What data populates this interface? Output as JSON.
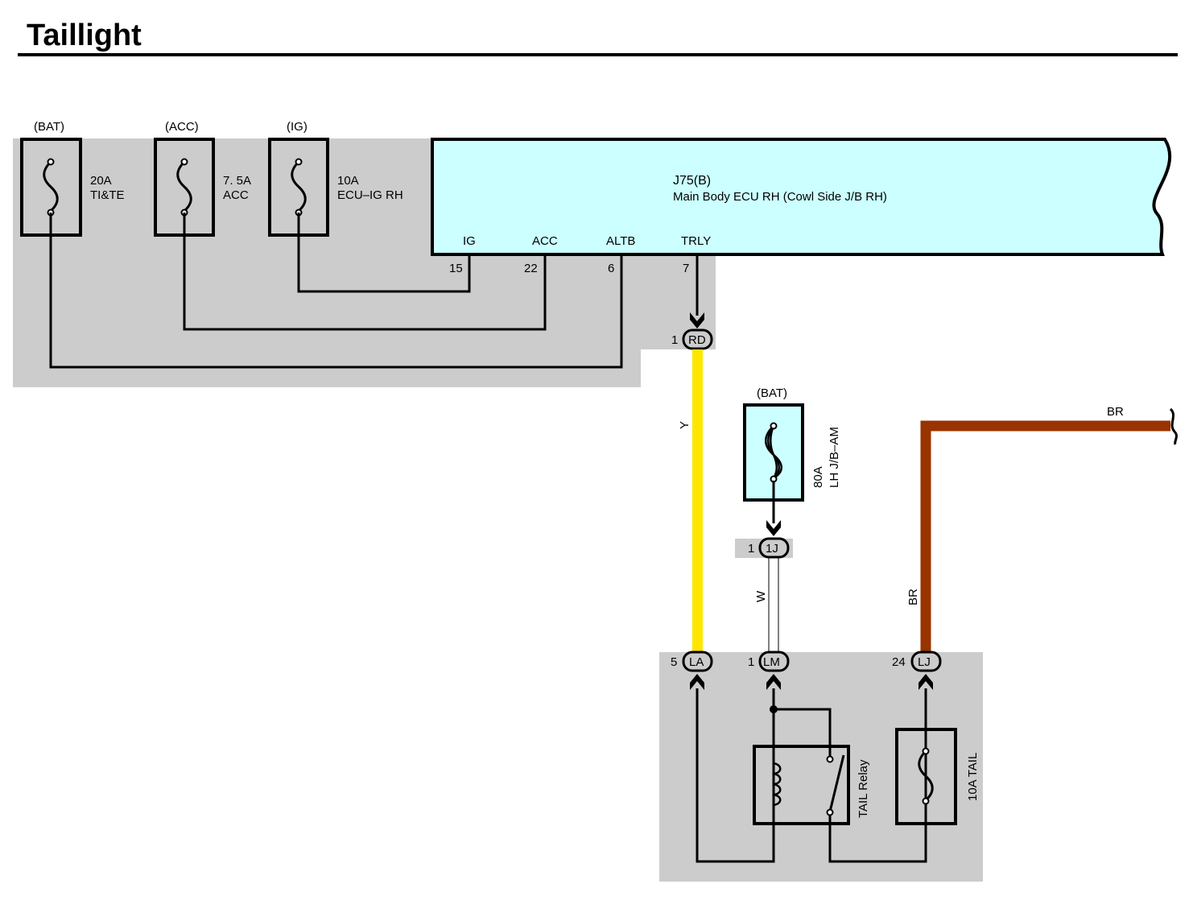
{
  "page_title": "Taillight",
  "colors": {
    "shade": "#cccccc",
    "ecu_fill": "#ccffff",
    "wire_yellow": "#ffe600",
    "wire_brown": "#993300",
    "wire_white": "#ffffff",
    "line": "#000000"
  },
  "fuses": [
    {
      "source": "(BAT)",
      "rating": "20A",
      "name": "TI&TE"
    },
    {
      "source": "(ACC)",
      "rating": "7. 5A",
      "name": "ACC"
    },
    {
      "source": "(IG)",
      "rating": "10A",
      "name": "ECU–IG RH"
    }
  ],
  "ecu": {
    "code": "J75(B)",
    "name": "Main Body ECU RH (Cowl Side J/B RH)",
    "pins": [
      {
        "label": "IG",
        "number": "15"
      },
      {
        "label": "ACC",
        "number": "22"
      },
      {
        "label": "ALTB",
        "number": "6"
      },
      {
        "label": "TRLY",
        "number": "7"
      }
    ]
  },
  "connectors": {
    "rd": {
      "pin": "1",
      "code": "RD"
    },
    "one_j": {
      "pin": "1",
      "code": "1J"
    },
    "la": {
      "pin": "5",
      "code": "LA"
    },
    "lm": {
      "pin": "1",
      "code": "LM"
    },
    "lj": {
      "pin": "24",
      "code": "LJ"
    }
  },
  "wires": {
    "yellow": "Y",
    "white": "W",
    "brown_vertical": "BR",
    "brown_horizontal": "BR"
  },
  "main_fuse": {
    "source": "(BAT)",
    "rating": "80A",
    "name": "LH J/B–AM"
  },
  "relay": {
    "name": "TAIL Relay"
  },
  "tail_fuse": {
    "label": "10A TAIL"
  }
}
